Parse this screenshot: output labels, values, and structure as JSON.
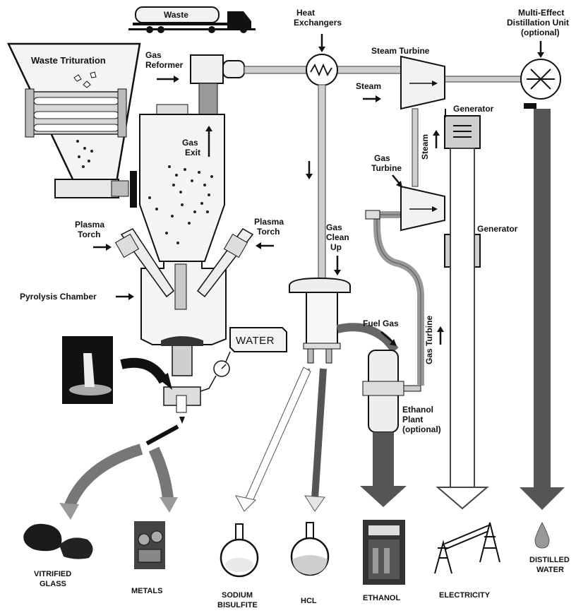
{
  "labels": {
    "waste_truck": "Waste",
    "waste_trituration": "Waste Trituration",
    "gas_reformer_1": "Gas",
    "gas_reformer_2": "Reformer",
    "gas_exit_1": "Gas",
    "gas_exit_2": "Exit",
    "heat_exchangers_1": "Heat",
    "heat_exchangers_2": "Exchangers",
    "steam_turbine": "Steam Turbine",
    "steam": "Steam",
    "steam_vertical": "Steam",
    "distillation_1": "Multi-Effect",
    "distillation_2": "Distillation Unit",
    "distillation_3": "(optional)",
    "generator_top": "Generator",
    "generator_bottom": "Generator",
    "gas_turbine_1": "Gas",
    "gas_turbine_2": "Turbine",
    "gas_turbine_vertical": "Gas Turbine",
    "plasma_torch_left_1": "Plasma",
    "plasma_torch_left_2": "Torch",
    "plasma_torch_right_1": "Plasma",
    "plasma_torch_right_2": "Torch",
    "gas_clean_up_1": "Gas",
    "gas_clean_up_2": "Clean",
    "gas_clean_up_3": "Up",
    "pyrolysis_chamber": "Pyrolysis Chamber",
    "fuel_gas": "Fuel Gas",
    "water": "WATER",
    "ethanol_plant_1": "Ethanol",
    "ethanol_plant_2": "Plant",
    "ethanol_plant_3": "(optional)"
  },
  "outputs": {
    "vitrified_1": "VITRIFIED",
    "vitrified_2": "GLASS",
    "metals": "METALS",
    "sodium_1": "SODIUM",
    "sodium_2": "BISULFITE",
    "hcl": "HCL",
    "ethanol": "ETHANOL",
    "electricity": "ELECTRICITY",
    "distilled_1": "DISTILLED",
    "distilled_2": "WATER"
  },
  "icons": [
    "truck-icon",
    "heat-exchanger-icon",
    "turbine-icon",
    "generator-icon",
    "flask-icon",
    "fuel-pump-icon",
    "power-tower-icon",
    "water-drop-icon"
  ]
}
